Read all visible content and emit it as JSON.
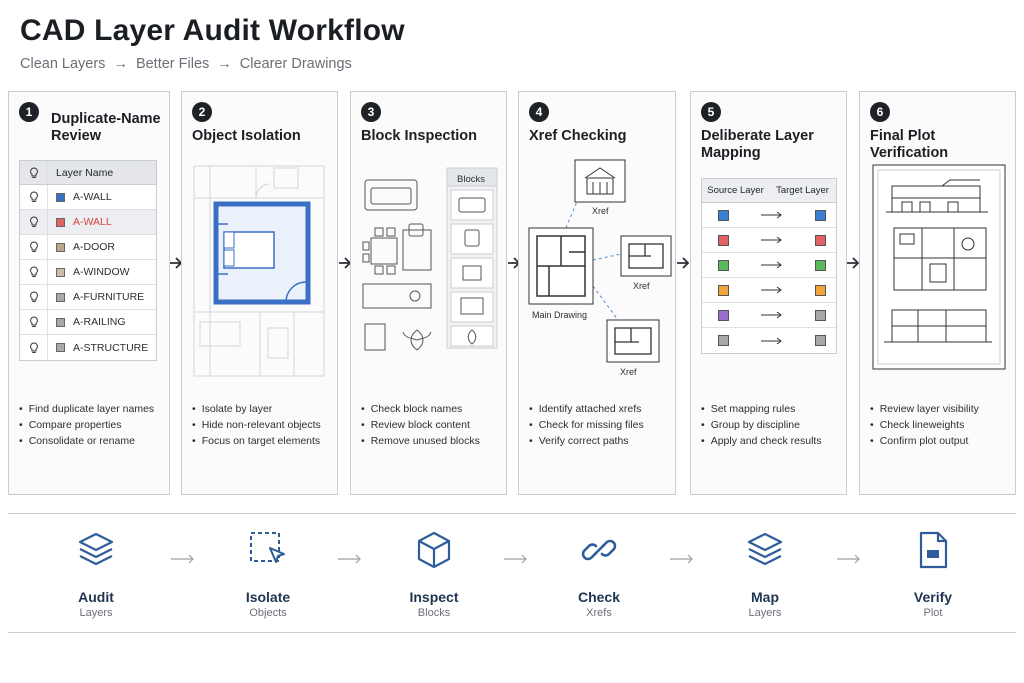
{
  "header": {
    "title": "CAD Layer Audit Workflow",
    "subtitle_parts": [
      "Clean Layers",
      "Better Files",
      "Clearer Drawings"
    ],
    "arrow": "→"
  },
  "steps": [
    {
      "number": "1",
      "title": "Duplicate-Name Review",
      "bullets": [
        "Find duplicate layer names",
        "Compare properties",
        "Consolidate or rename"
      ]
    },
    {
      "number": "2",
      "title": "Object Isolation",
      "bullets": [
        "Isolate by layer",
        "Hide non-relevant objects",
        "Focus on target elements"
      ]
    },
    {
      "number": "3",
      "title": "Block Inspection",
      "bullets": [
        "Check block names",
        "Review block content",
        "Remove unused blocks"
      ]
    },
    {
      "number": "4",
      "title": "Xref Checking",
      "bullets": [
        "Identify attached xrefs",
        "Check for missing files",
        "Verify correct paths"
      ]
    },
    {
      "number": "5",
      "title": "Deliberate Layer Mapping",
      "bullets": [
        "Set mapping rules",
        "Group by discipline",
        "Apply and check results"
      ]
    },
    {
      "number": "6",
      "title": "Final Plot Verification",
      "bullets": [
        "Review layer visibility",
        "Check lineweights",
        "Confirm plot output"
      ]
    }
  ],
  "layer_table": {
    "header": "Layer Name",
    "rows": [
      {
        "name": "A-WALL",
        "color": "#3a6fc4"
      },
      {
        "name": "A-WALL",
        "color": "#e06262",
        "highlight": true
      },
      {
        "name": "A-DOOR",
        "color": "#b8a98a"
      },
      {
        "name": "A-WINDOW",
        "color": "#c9bfa6"
      },
      {
        "name": "A-FURNITURE",
        "color": "#a8a8a8"
      },
      {
        "name": "A-RAILING",
        "color": "#a8a8a8"
      },
      {
        "name": "A-STRUCTURE",
        "color": "#a8a8a8"
      }
    ]
  },
  "blocks_panel": {
    "header": "Blocks"
  },
  "xref": {
    "main_label": "Main Drawing",
    "xref_label": "Xref"
  },
  "mapping_table": {
    "source_header": "Source Layer",
    "target_header": "Target Layer",
    "rows": [
      {
        "source": "#3b7fd4",
        "target": "#3b7fd4"
      },
      {
        "source": "#e06262",
        "target": "#e06262"
      },
      {
        "source": "#5cb85c",
        "target": "#5cb85c"
      },
      {
        "source": "#f0a43a",
        "target": "#f0a43a"
      },
      {
        "source": "#9b6fd1",
        "target": "#a8a8a8"
      },
      {
        "source": "#a8a8a8",
        "target": "#a8a8a8"
      }
    ]
  },
  "bottom_flow": [
    {
      "title": "Audit",
      "sub": "Layers",
      "icon": "layers-icon"
    },
    {
      "title": "Isolate",
      "sub": "Objects",
      "icon": "select-cursor-icon"
    },
    {
      "title": "Inspect",
      "sub": "Blocks",
      "icon": "cube-icon"
    },
    {
      "title": "Check",
      "sub": "Xrefs",
      "icon": "link-icon"
    },
    {
      "title": "Map",
      "sub": "Layers",
      "icon": "layers-icon"
    },
    {
      "title": "Verify",
      "sub": "Plot",
      "icon": "document-icon"
    }
  ],
  "colors": {
    "accent": "#3b6fc6",
    "dark": "#1e2227",
    "icon_blue": "#2f5d9a"
  }
}
